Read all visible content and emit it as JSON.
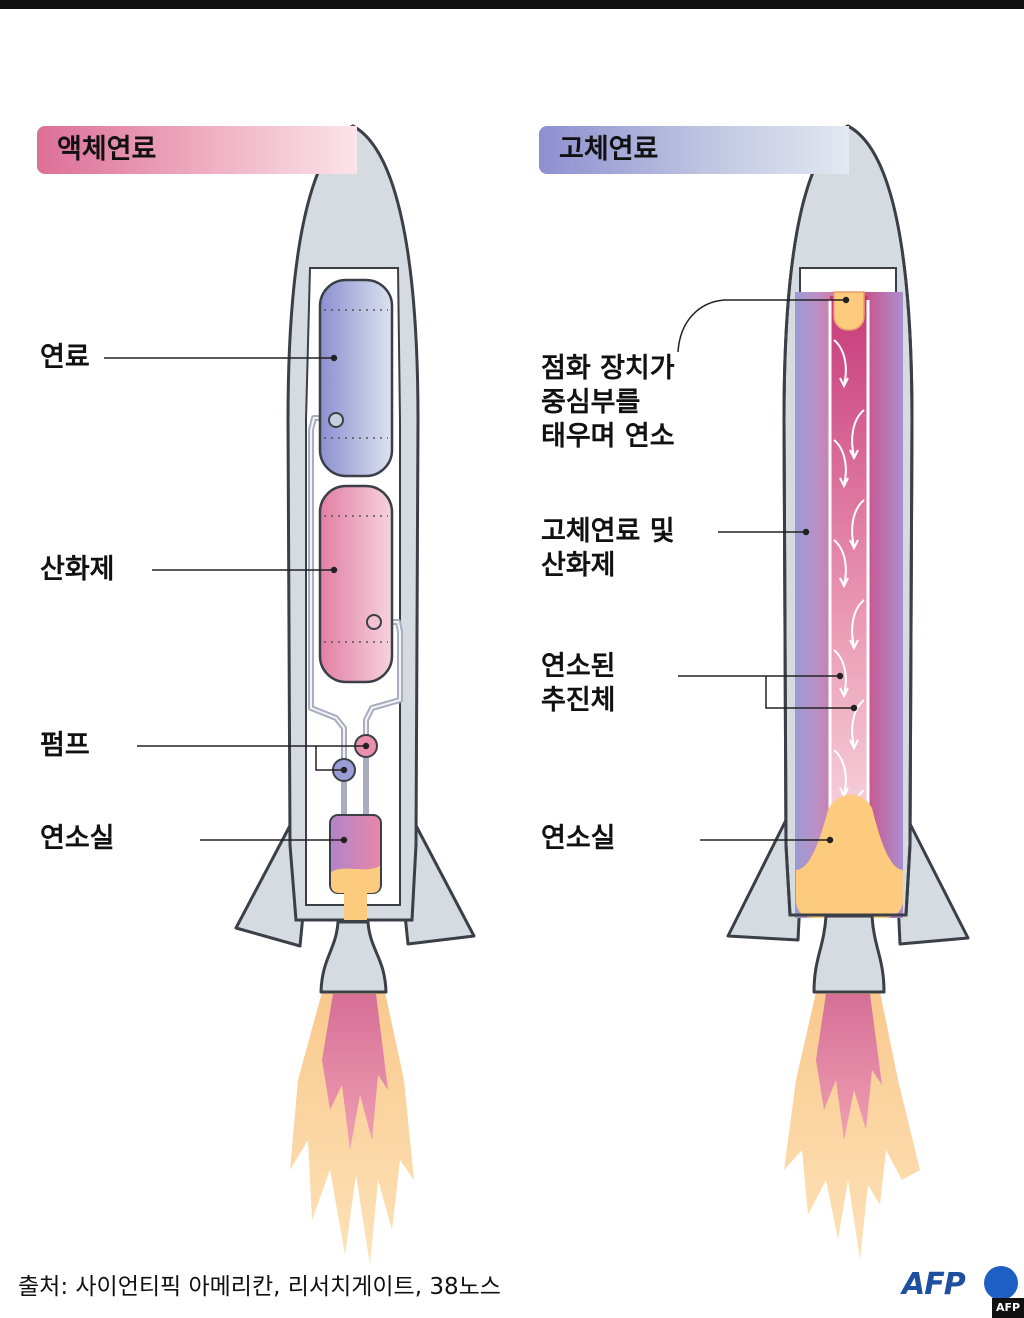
{
  "headers": {
    "liquid": "액체연료",
    "solid": "고체연료"
  },
  "liquid_labels": {
    "fuel": "연료",
    "oxidizer": "산화제",
    "pump": "펌프",
    "combustion": "연소실"
  },
  "solid_labels": {
    "ignition": "점화 장치가\n중심부를\n태우며 연소",
    "fuel_oxidizer": "고체연료 및\n산화제",
    "propellant": "연소된\n추진체",
    "combustion": "연소실"
  },
  "source": "출처: 사이언티픽 아메리칸, 리서치게이트, 38노스",
  "logo": {
    "text": "AFP",
    "tag": "AFP"
  },
  "colors": {
    "rocket_shell": "#d5dbe1",
    "outline": "#3a3f48",
    "fuel_blue": "#8e92d2",
    "oxidizer_pink": "#e483a4",
    "combustion_yellow": "#fdcb7d",
    "afp_blue": "#1e5fc4"
  }
}
